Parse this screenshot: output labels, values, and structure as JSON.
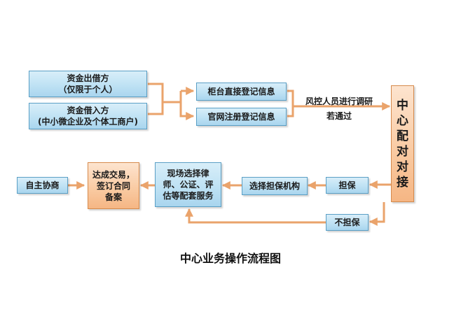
{
  "boxes": {
    "lender_line1": "资金出借方",
    "lender_line2": "（仅限于个人）",
    "borrower_line1": "资金借入方",
    "borrower_line2": "(中小微企业及个体工商户)",
    "counter_register": "柜台直接登记信息",
    "web_register": "官网注册登记信息",
    "center_match_chars": [
      "中",
      "心",
      "配",
      "对",
      "对",
      "接"
    ],
    "guarantee": "担保",
    "no_guarantee": "不担保",
    "select_guarantor": "选择担保机构",
    "onsite_line1": "现场选择律",
    "onsite_line2": "师、公证、评",
    "onsite_line3": "估等配套服务",
    "deal_line1": "达成交易，",
    "deal_line2": "签订合同",
    "deal_line3": "备案",
    "self_negotiate": "自主协商"
  },
  "labels": {
    "risk_control": "风控人员进行调研",
    "pass": "若通过"
  },
  "title": "中心业务操作流程图",
  "colors": {
    "blue_box": "#bfe2f4",
    "orange_box": "#f9c9a0",
    "arrow": "#eaa36b"
  }
}
